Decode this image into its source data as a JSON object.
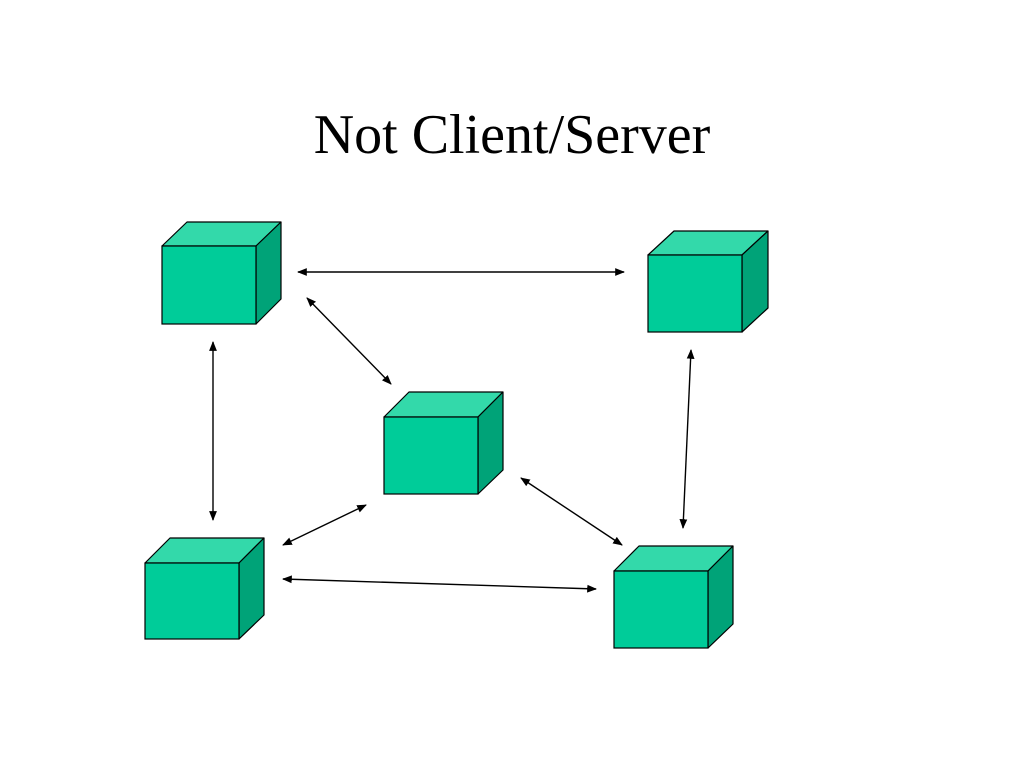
{
  "slide": {
    "title": "Not Client/Server"
  },
  "diagram": {
    "node_shape": "cube",
    "node_count": 5,
    "connection_type": "bidirectional-arrow",
    "colors": {
      "cube_front": "#00cc99",
      "cube_top": "#33d9aa",
      "cube_side": "#00a378",
      "outline": "#000000",
      "arrow": "#000000"
    }
  }
}
